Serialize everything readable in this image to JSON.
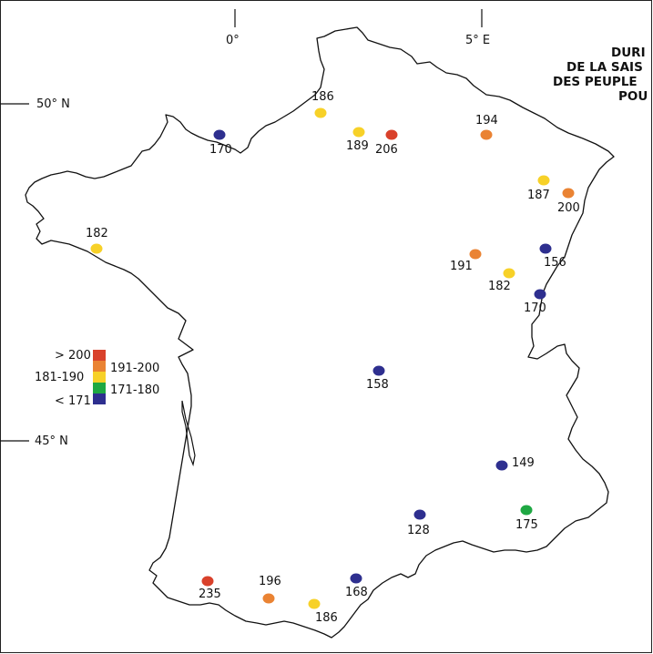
{
  "title_lines": [
    "DURI",
    "DE LA SAIS",
    "DES PEUPLE",
    "POU"
  ],
  "axes": {
    "lon_0": "0°",
    "lon_5e": "5° E",
    "lat_50n": "50° N",
    "lat_45n": "45° N"
  },
  "legend": {
    "gt200": "> 200",
    "r191_200": "191-200",
    "r181_190": "181-190",
    "r171_180": "171-180",
    "lt171": "< 171",
    "colors": {
      "gt200": "#d9412b",
      "r191_200": "#ea8333",
      "r181_190": "#f7d128",
      "r171_180": "#1fa843",
      "lt171": "#2e2f8f"
    }
  },
  "stations": [
    {
      "value": "186",
      "cls": "r181_190"
    },
    {
      "value": "189",
      "cls": "r181_190"
    },
    {
      "value": "206",
      "cls": "gt200"
    },
    {
      "value": "170",
      "cls": "lt171"
    },
    {
      "value": "194",
      "cls": "r191_200"
    },
    {
      "value": "187",
      "cls": "r181_190"
    },
    {
      "value": "200",
      "cls": "r191_200"
    },
    {
      "value": "182",
      "cls": "r181_190"
    },
    {
      "value": "156",
      "cls": "lt171"
    },
    {
      "value": "191",
      "cls": "r191_200"
    },
    {
      "value": "182",
      "cls": "r181_190"
    },
    {
      "value": "170",
      "cls": "lt171"
    },
    {
      "value": "158",
      "cls": "lt171"
    },
    {
      "value": "149",
      "cls": "lt171"
    },
    {
      "value": "175",
      "cls": "r171_180"
    },
    {
      "value": "128",
      "cls": "lt171"
    },
    {
      "value": "168",
      "cls": "lt171"
    },
    {
      "value": "235",
      "cls": "gt200"
    },
    {
      "value": "196",
      "cls": "r191_200"
    },
    {
      "value": "186",
      "cls": "r181_190"
    }
  ]
}
